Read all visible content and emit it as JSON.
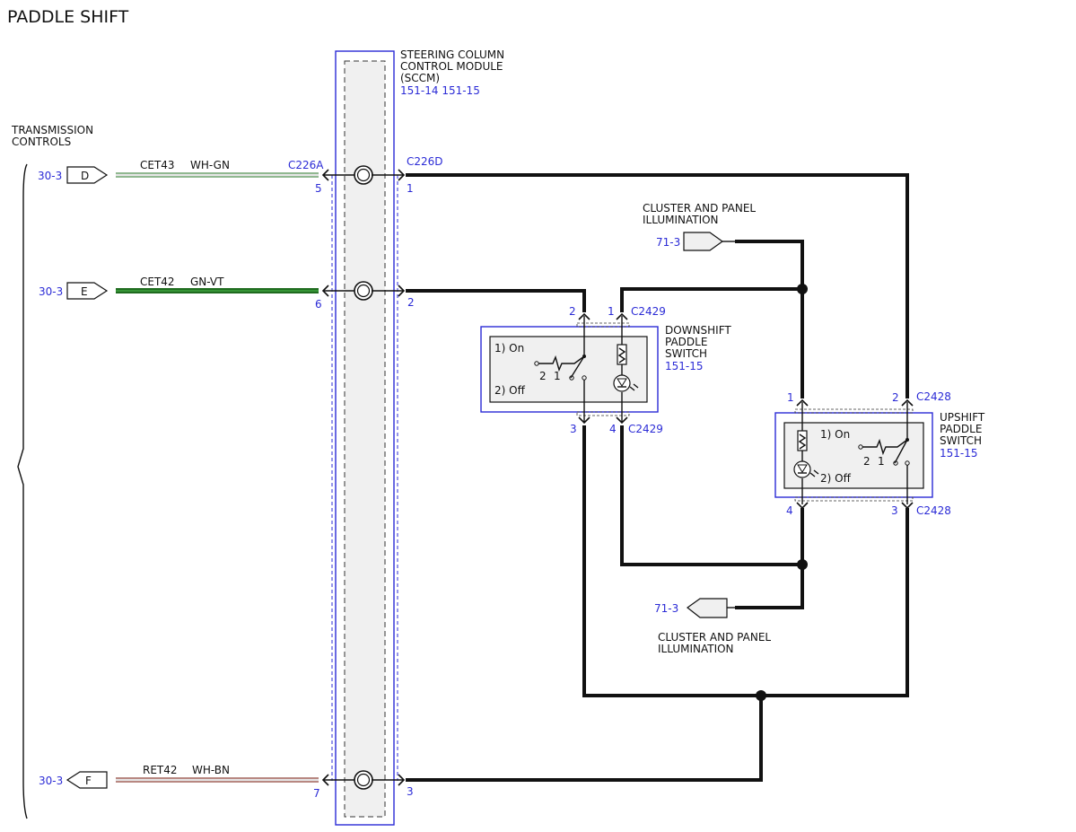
{
  "title": "PADDLE SHIFT",
  "left_group": {
    "label_line1": "TRANSMISSION",
    "label_line2": "CONTROLS"
  },
  "sccm": {
    "line1": "STEERING COLUMN",
    "line2": "CONTROL MODULE",
    "line3": "(SCCM)",
    "refs": "151-14  151-15",
    "left_connector": "C226A",
    "right_connector": "C226D"
  },
  "circuits": [
    {
      "page_ref": "30-3",
      "tag": "D",
      "circuit": "CET43",
      "color": "WH-GN",
      "pin_left": "5",
      "pin_right": "1",
      "stripe_main": "#e6e6e6",
      "stripe_trace": "#3a8a3a"
    },
    {
      "page_ref": "30-3",
      "tag": "E",
      "circuit": "CET42",
      "color": "GN-VT",
      "pin_left": "6",
      "pin_right": "2",
      "stripe_main": "#1f6b1f",
      "stripe_trace": "#3fa33f"
    },
    {
      "page_ref": "30-3",
      "tag": "F",
      "circuit": "RET42",
      "color": "WH-BN",
      "pin_left": "7",
      "pin_right": "3",
      "stripe_main": "#e6e6e6",
      "stripe_trace": "#8a2b1f"
    }
  ],
  "illumination_top": {
    "page_ref": "71-3",
    "line1": "CLUSTER AND PANEL",
    "line2": "ILLUMINATION"
  },
  "illumination_bottom": {
    "page_ref": "71-3",
    "line1": "CLUSTER AND PANEL",
    "line2": "ILLUMINATION"
  },
  "downshift": {
    "line1": "DOWNSHIFT",
    "line2": "PADDLE",
    "line3": "SWITCH",
    "ref": "151-15",
    "state_on": "1) On",
    "state_off": "2) Off",
    "contact_2": "2",
    "contact_1": "1",
    "top_pins": [
      "2",
      "1"
    ],
    "top_connector": "C2429",
    "bottom_pins": [
      "3",
      "4"
    ],
    "bottom_connector": "C2429"
  },
  "upshift": {
    "line1": "UPSHIFT",
    "line2": "PADDLE",
    "line3": "SWITCH",
    "ref": "151-15",
    "state_on": "1) On",
    "state_off": "2) Off",
    "contact_2": "2",
    "contact_1": "1",
    "top_pins": [
      "1",
      "2"
    ],
    "top_connector": "C2428",
    "bottom_pins": [
      "4",
      "3"
    ],
    "bottom_connector": "C2428"
  },
  "colors": {
    "accent_blue": "#2b2bd6",
    "wire": "#111111",
    "module_fill": "#f0f0f0"
  }
}
